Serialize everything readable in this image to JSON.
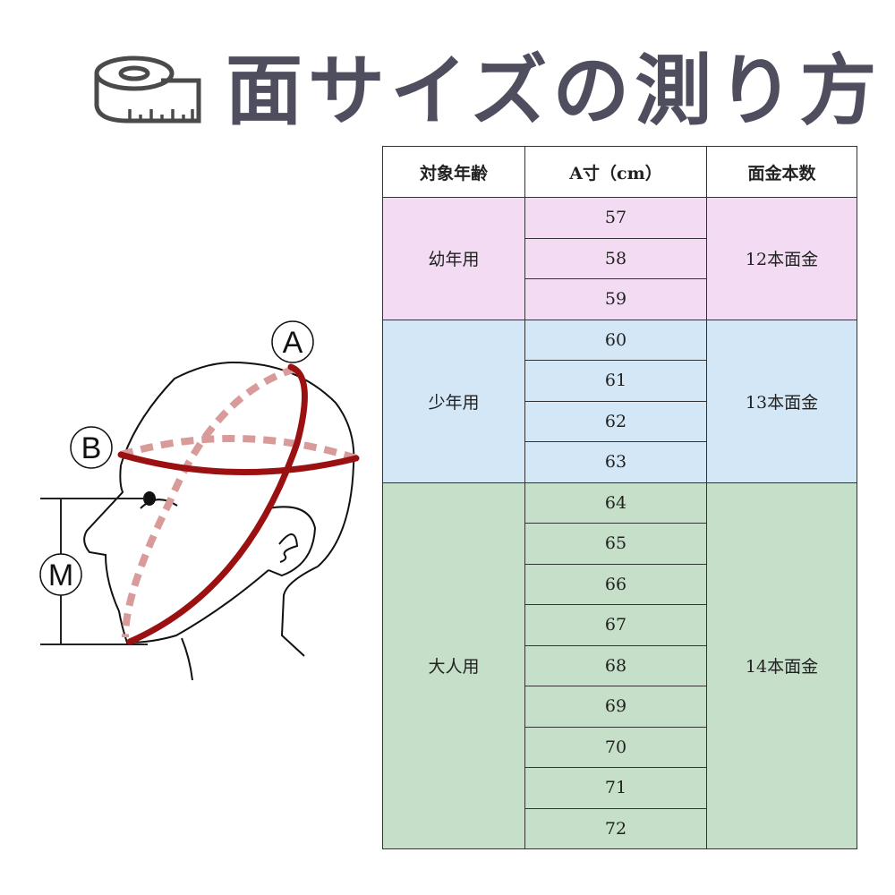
{
  "title": "面サイズの測り方",
  "icons": {
    "title_icon": "measuring-tape-icon"
  },
  "diagram": {
    "labels": {
      "a": "A",
      "b": "B",
      "m": "M"
    },
    "colors": {
      "solid": "#9b1010",
      "dashed": "#d99a9a"
    }
  },
  "table": {
    "headers": [
      "対象年齢",
      "A寸（cm）",
      "面金本数"
    ],
    "groups": [
      {
        "age": "幼年用",
        "sizes": [
          "57",
          "58",
          "59"
        ],
        "bars": "12本面金",
        "color": "#f3dcf3"
      },
      {
        "age": "少年用",
        "sizes": [
          "60",
          "61",
          "62",
          "63"
        ],
        "bars": "13本面金",
        "color": "#d4e7f7"
      },
      {
        "age": "大人用",
        "sizes": [
          "64",
          "65",
          "66",
          "67",
          "68",
          "69",
          "70",
          "71",
          "72"
        ],
        "bars": "14本面金",
        "color": "#c5dfc8"
      }
    ]
  }
}
